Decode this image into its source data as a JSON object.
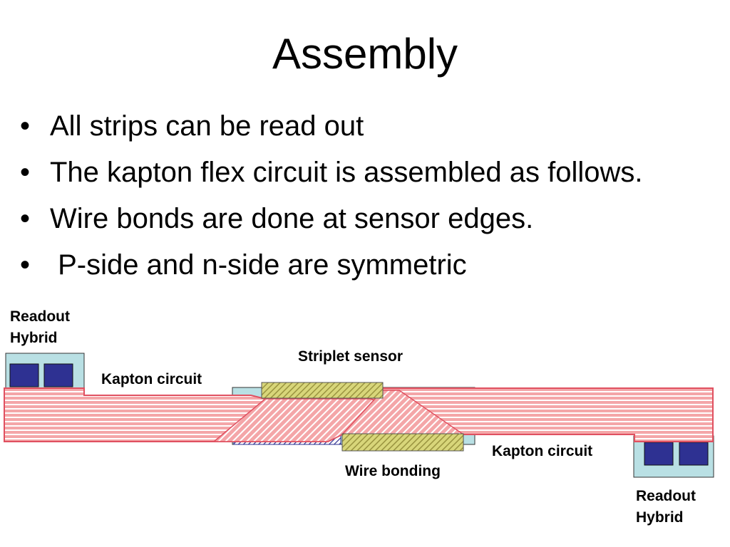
{
  "slide": {
    "title": "Assembly",
    "bullets": [
      "All strips can be read out",
      "The kapton flex circuit is assembled as follows.",
      "Wire bonds are done at sensor edges.",
      " P-side and n-side are symmetric"
    ]
  },
  "diagram": {
    "labels": {
      "readout_hybrid_left_line1": "Readout",
      "readout_hybrid_left_line2": "Hybrid",
      "kapton_circuit_left": "Kapton circuit",
      "striplet_sensor": "Striplet sensor",
      "wire_bonding": "Wire bonding",
      "kapton_circuit_right": "Kapton circuit",
      "readout_hybrid_right_line1": "Readout",
      "readout_hybrid_right_line2": "Hybrid"
    },
    "colors": {
      "kapton_fill": "#f4a6a8",
      "kapton_stripe": "#ffffff",
      "kapton_outline": "#e05060",
      "hybrid_fill": "#b9e0e4",
      "chip_fill": "#2e3192",
      "bond_pad_fill": "#d8d67a",
      "sensor_fill": "#b9e0e4",
      "sensor_hatch": "#2e3192"
    }
  }
}
